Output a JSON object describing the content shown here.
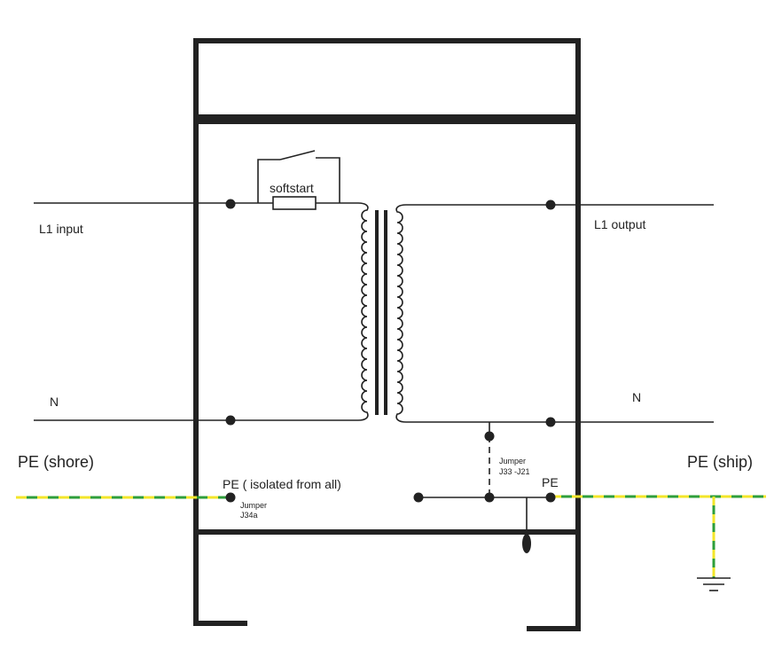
{
  "labels": {
    "l1_input": "L1 input",
    "l1_output": "L1 output",
    "n_left": "N",
    "n_right": "N",
    "pe_shore": "PE (shore)",
    "pe_ship": "PE (ship)",
    "pe_isolated": "PE ( isolated from all)",
    "pe_right": "PE",
    "softstart": "softstart",
    "jumper_j34a_line1": "Jumper",
    "jumper_j34a_line2": "J34a",
    "jumper_j33_line1": "Jumper",
    "jumper_j33_line2": "J33 -J21"
  },
  "colors": {
    "ink": "#222222",
    "pe_green": "#2e9e3a",
    "pe_yellow": "#f3e62a",
    "background": "#ffffff"
  }
}
